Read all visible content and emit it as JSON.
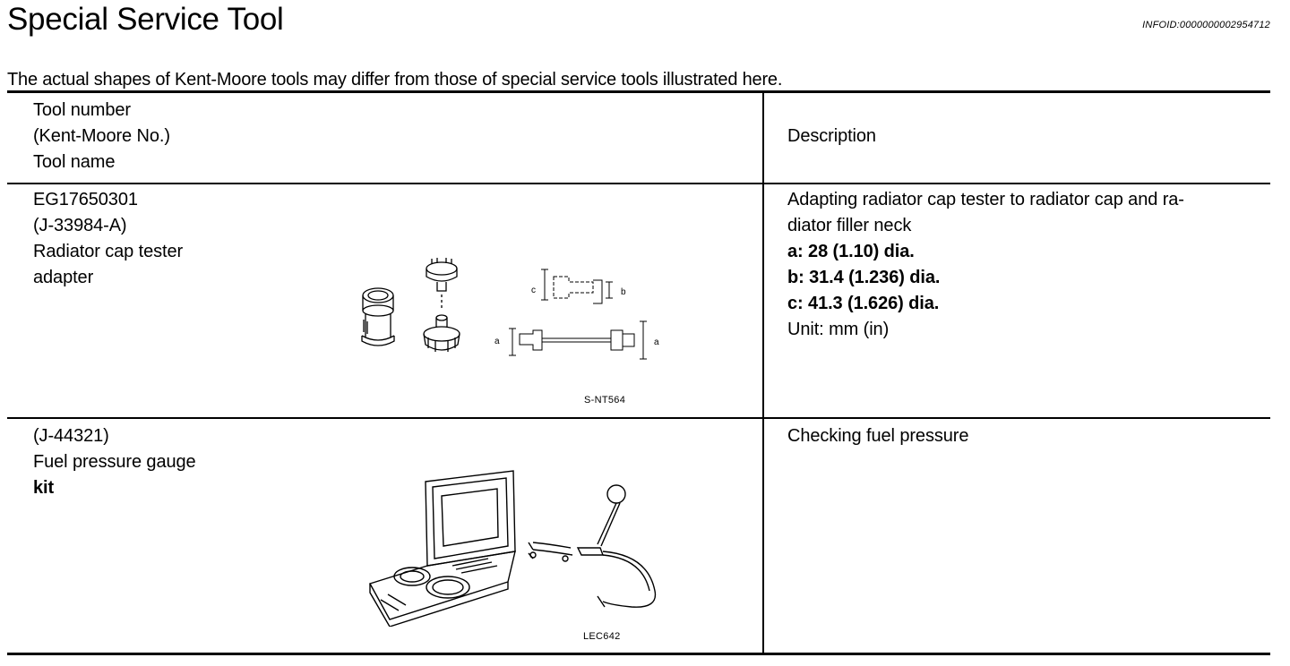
{
  "header": {
    "title": "Special Service Tool",
    "infoid": "INFOID:0000000002954712",
    "note": "The actual shapes of Kent-Moore tools may differ from those of special service tools illustrated here."
  },
  "table": {
    "header": {
      "tool_lines": [
        "Tool number",
        "(Kent-Moore No.)",
        "Tool name"
      ],
      "description": "Description"
    },
    "rows": [
      {
        "tool_lines": [
          "EG17650301",
          "(J-33984-A)",
          "Radiator cap tester",
          "adapter"
        ],
        "figure_label": "S-NT564",
        "figure_letters": [
          "c",
          "b",
          "a",
          "a"
        ],
        "description": [
          "Adapting radiator cap tester to radiator cap and ra-",
          "diator filler neck",
          "a: 28 (1.10) dia.",
          "b: 31.4 (1.236) dia.",
          "c: 41.3 (1.626) dia.",
          "Unit: mm (in)"
        ]
      },
      {
        "tool_lines": [
          "(J-44321)",
          "Fuel pressure gauge",
          "kit"
        ],
        "figure_label": "LEC642",
        "description": [
          "Checking fuel pressure"
        ]
      }
    ]
  }
}
